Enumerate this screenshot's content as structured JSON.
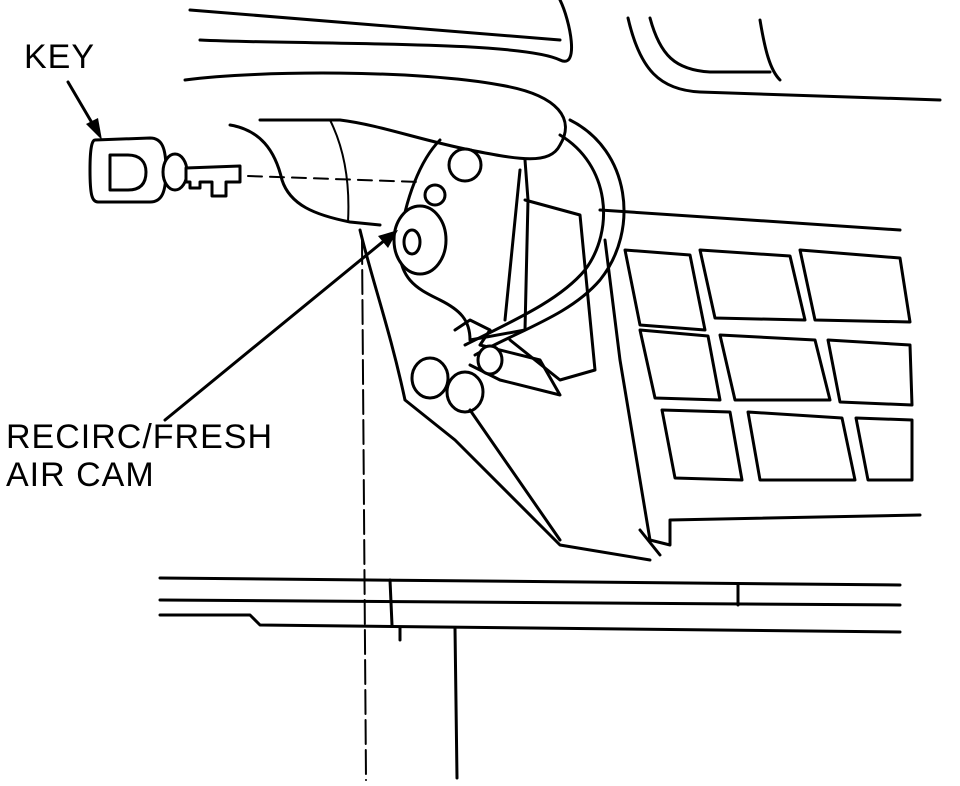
{
  "labels": {
    "key": "KEY",
    "cam_line1": "RECIRC/FRESH",
    "cam_line2": "AIR CAM"
  },
  "colors": {
    "ink": "#000000",
    "paper": "#ffffff"
  }
}
